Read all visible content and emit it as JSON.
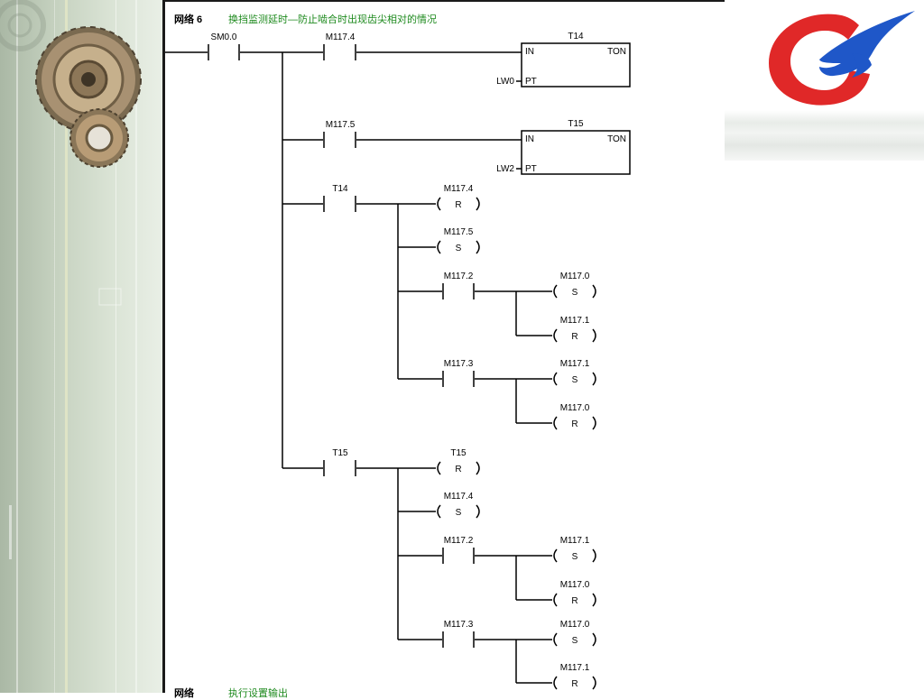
{
  "header": {
    "network_label": "网络 6",
    "network_title": "换挡监测延时—防止啮合时出现齿尖相对的情况",
    "next_network_label": "网络",
    "next_network_title": "执行设置输出"
  },
  "rung1": {
    "contact1": "SM0.0",
    "contact2": "M117.4",
    "timer_name": "T14",
    "timer_in": "IN",
    "timer_type": "TON",
    "timer_pt": "PT",
    "pt_source": "LW0"
  },
  "rung2": {
    "contact": "M117.5",
    "timer_name": "T15",
    "timer_in": "IN",
    "timer_type": "TON",
    "timer_pt": "PT",
    "pt_source": "LW2"
  },
  "rung3": {
    "contact": "T14",
    "coil1": {
      "addr": "M117.4",
      "type": "R"
    },
    "coil2": {
      "addr": "M117.5",
      "type": "S"
    },
    "branch1": {
      "contact": "M117.2",
      "coil1": {
        "addr": "M117.0",
        "type": "S"
      },
      "coil2": {
        "addr": "M117.1",
        "type": "R"
      }
    },
    "branch2": {
      "contact": "M117.3",
      "coil1": {
        "addr": "M117.1",
        "type": "S"
      },
      "coil2": {
        "addr": "M117.0",
        "type": "R"
      }
    }
  },
  "rung4": {
    "contact": "T15",
    "coil1": {
      "addr": "T15",
      "type": "R"
    },
    "coil2": {
      "addr": "M117.4",
      "type": "S"
    },
    "branch1": {
      "contact": "M117.2",
      "coil1": {
        "addr": "M117.1",
        "type": "S"
      },
      "coil2": {
        "addr": "M117.0",
        "type": "R"
      }
    },
    "branch2": {
      "contact": "M117.3",
      "coil1": {
        "addr": "M117.0",
        "type": "S"
      },
      "coil2": {
        "addr": "M117.1",
        "type": "R"
      }
    }
  },
  "colors": {
    "title_green": "#1e8a1e",
    "logo_red": "#e02828",
    "logo_blue": "#1f57c8",
    "wire": "#000000"
  }
}
